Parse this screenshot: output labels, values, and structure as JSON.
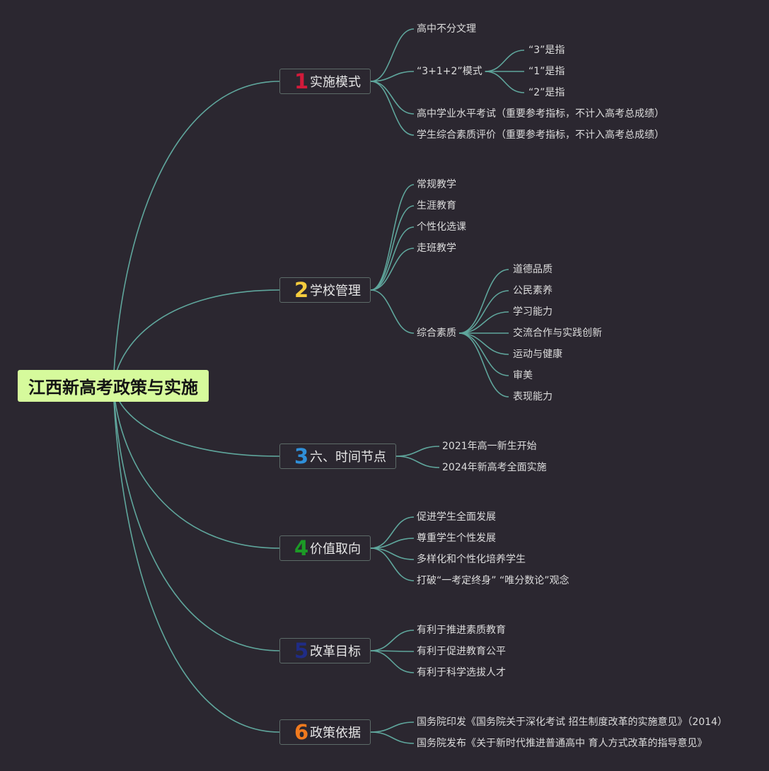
{
  "root": {
    "label": "江西新高考政策与实施"
  },
  "branches": [
    {
      "number": "1",
      "label": "实施模式",
      "color": "#d21a3a",
      "children": [
        {
          "label": "高中不分文理"
        },
        {
          "label": "“3+1+2”模式",
          "children": [
            {
              "label": "“3”是指"
            },
            {
              "label": "“1”是指"
            },
            {
              "label": "“2”是指"
            }
          ]
        },
        {
          "label": "高中学业水平考试（重要参考指标，不计入高考总成绩）"
        },
        {
          "label": "学生综合素质评价（重要参考指标，不计入高考总成绩）"
        }
      ]
    },
    {
      "number": "2",
      "label": "学校管理",
      "color": "#f5cc3d",
      "children": [
        {
          "label": "常规教学"
        },
        {
          "label": "生涯教育"
        },
        {
          "label": "个性化选课"
        },
        {
          "label": "走班教学"
        },
        {
          "label": "综合素质",
          "children": [
            {
              "label": "道德品质"
            },
            {
              "label": "公民素养"
            },
            {
              "label": "学习能力"
            },
            {
              "label": "交流合作与实践创新"
            },
            {
              "label": "运动与健康"
            },
            {
              "label": "审美"
            },
            {
              "label": "表现能力"
            }
          ]
        }
      ]
    },
    {
      "number": "3",
      "label": "六、时间节点",
      "color": "#2f8fd8",
      "children": [
        {
          "label": "2021年高一新生开始"
        },
        {
          "label": "2024年新高考全面实施"
        }
      ]
    },
    {
      "number": "4",
      "label": "价值取向",
      "color": "#1c9a26",
      "children": [
        {
          "label": "促进学生全面发展"
        },
        {
          "label": "尊重学生个性发展"
        },
        {
          "label": "多样化和个性化培养学生"
        },
        {
          "label": "打破“一考定终身” “唯分数论”观念"
        }
      ]
    },
    {
      "number": "5",
      "label": "改革目标",
      "color": "#1f2c86",
      "children": [
        {
          "label": "有利于推进素质教育"
        },
        {
          "label": "有利于促进教育公平"
        },
        {
          "label": "有利于科学选拔人才"
        }
      ]
    },
    {
      "number": "6",
      "label": "政策依据",
      "color": "#f07a1e",
      "children": [
        {
          "label": "国务院印发《国务院关于深化考试 招生制度改革的实施意见》（2014）"
        },
        {
          "label": "国务院发布《关于新时代推进普通高中 育人方式改革的指导意见》"
        }
      ]
    }
  ],
  "colors": {
    "link": "#5fa69c",
    "background": "#2b2730",
    "root_fill": "#d6fa9c"
  }
}
